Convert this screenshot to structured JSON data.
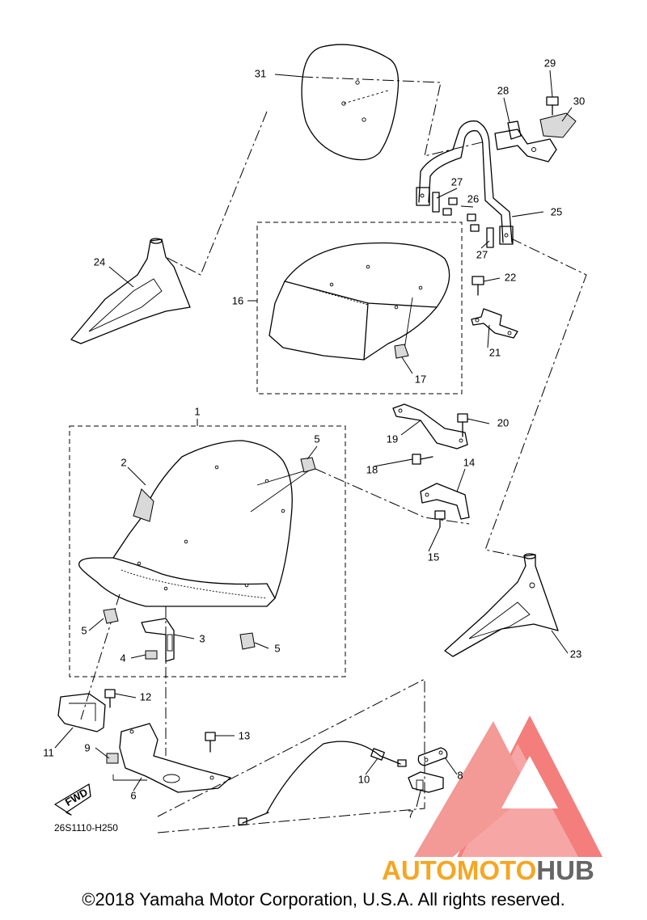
{
  "parts": {
    "p1": "1",
    "p2": "2",
    "p3": "3",
    "p4": "4",
    "p5a": "5",
    "p5b": "5",
    "p5c": "5",
    "p6": "6",
    "p7": "7",
    "p8": "8",
    "p9": "9",
    "p10": "10",
    "p11": "11",
    "p12": "12",
    "p13": "13",
    "p14": "14",
    "p15": "15",
    "p16": "16",
    "p17": "17",
    "p18": "18",
    "p19": "19",
    "p20": "20",
    "p21": "21",
    "p22": "22",
    "p23": "23",
    "p24": "24",
    "p25": "25",
    "p26": "26",
    "p27a": "27",
    "p27b": "27",
    "p28": "28",
    "p29": "29",
    "p30": "30",
    "p31": "31"
  },
  "fwd_label": "FWD",
  "diagram_code": "26S1110-H250",
  "watermark": {
    "part1": "AUTOMOTO",
    "part2": "HUB",
    "color1": "#f5a623",
    "color2": "#666666",
    "logo_color": "#ef5350"
  },
  "copyright": "©2018 Yamaha Motor Corporation, U.S.A. All rights reserved."
}
